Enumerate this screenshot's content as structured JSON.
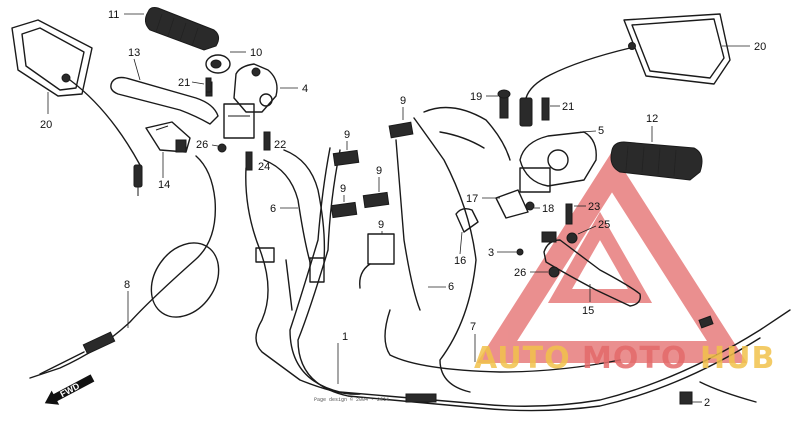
{
  "part_labels": [
    "1",
    "2",
    "3",
    "4",
    "5",
    "6",
    "6",
    "7",
    "8",
    "9",
    "9",
    "9",
    "9",
    "9",
    "10",
    "11",
    "12",
    "13",
    "14",
    "15",
    "16",
    "17",
    "18",
    "19",
    "20",
    "20",
    "21",
    "21",
    "22",
    "23",
    "24",
    "25",
    "26",
    "26"
  ],
  "direction_label": "FWD",
  "page_caption": "Page design  © 2004 - 2014",
  "watermark": {
    "word_a": "AUTO",
    "word_b": "MOTO",
    "word_c": "HUB",
    "color_primary": "#f2c24c",
    "color_triangle": "#e46a6a"
  }
}
